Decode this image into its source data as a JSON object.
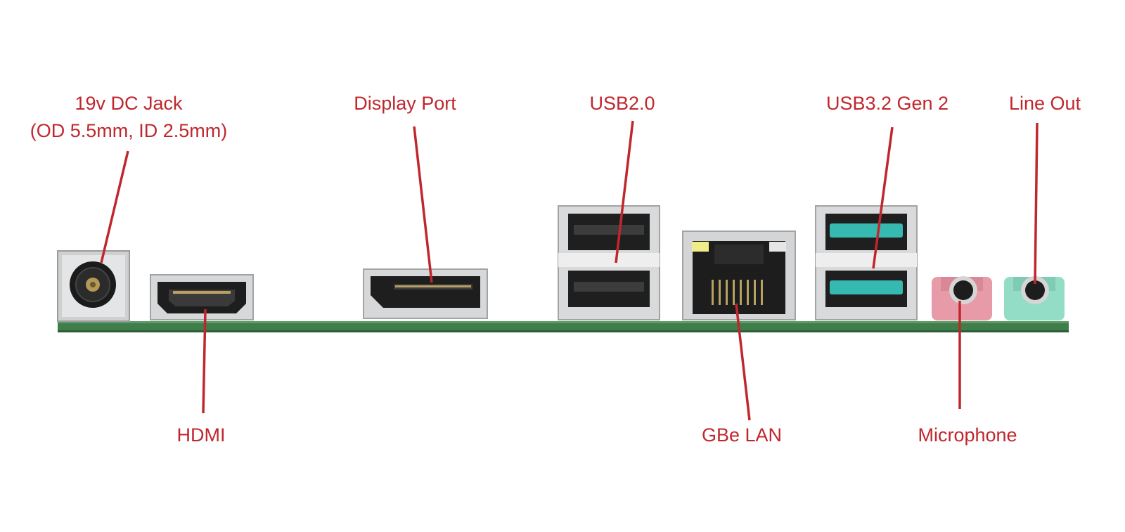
{
  "labels": {
    "dc_jack_line1": "19v DC Jack",
    "dc_jack_line2": "(OD 5.5mm, ID 2.5mm)",
    "display_port": "Display Port",
    "usb2": "USB2.0",
    "usb32": "USB3.2 Gen 2",
    "line_out": "Line Out",
    "hdmi": "HDMI",
    "gbe_lan": "GBe LAN",
    "microphone": "Microphone"
  },
  "colors": {
    "label_red": "#c0272d",
    "pcb_green": "#3f7d4b",
    "metal_silver": "#d9dadb",
    "port_black": "#262626",
    "usb3_teal": "#35b9b0",
    "mic_pink": "#e79aa7",
    "line_out_green": "#93dcc6",
    "led_yellow": "#f1ec8a"
  }
}
